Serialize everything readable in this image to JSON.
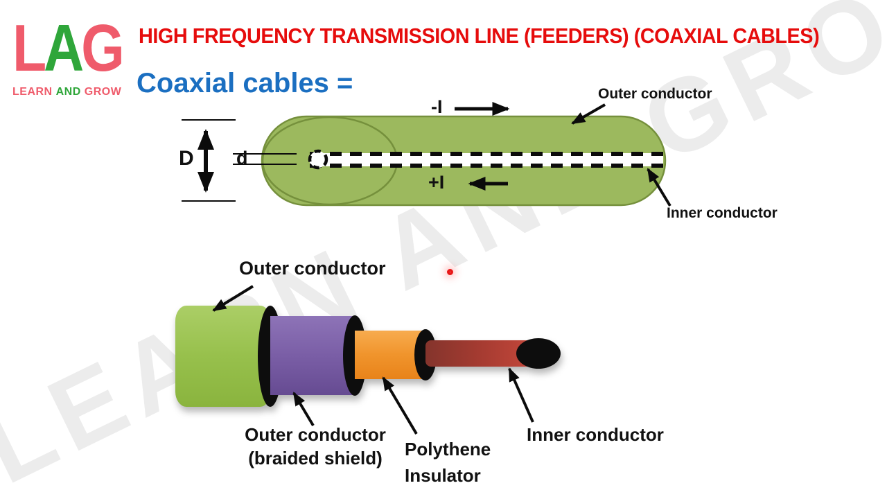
{
  "brand": {
    "letters": [
      {
        "char": "L",
        "color": "#ef5b6b"
      },
      {
        "char": "A",
        "color": "#2fa63a"
      },
      {
        "char": "G",
        "color": "#ef5b6b"
      }
    ],
    "tagline": [
      {
        "text": "LEARN",
        "color": "#ef5b6b"
      },
      {
        "text": "AND",
        "color": "#2fa63a"
      },
      {
        "text": "GROW",
        "color": "#ef5b6b"
      }
    ]
  },
  "header": {
    "title": "HIGH FREQUENCY TRANSMISSION LINE (FEEDERS) (COAXIAL CABLES)",
    "title_color": "#e60c0c"
  },
  "heading": {
    "text": "Coaxial cables =",
    "color": "#1b6fc1"
  },
  "top_diagram": {
    "outer_label": "Outer conductor",
    "inner_label": "Inner conductor",
    "neg_current": "-I",
    "pos_current": "+I",
    "diameter_outer": "D",
    "diameter_inner": "d",
    "cable_fill": "#9cb95e",
    "cable_outline": "#75903c"
  },
  "bottom_diagram": {
    "outer_label": "Outer conductor",
    "shield_label_line1": "Outer conductor",
    "shield_label_line2": "(braided shield)",
    "insulator_label_line1": "Polythene",
    "insulator_label_line2": "Insulator",
    "inner_label": "Inner conductor",
    "layers": [
      {
        "name": "outer jacket",
        "color": "#96bd4a"
      },
      {
        "name": "outer conductor braided shield",
        "color": "#7b60a5"
      },
      {
        "name": "polythene insulator",
        "color": "#f0942c"
      },
      {
        "name": "inner conductor",
        "color": "#b4443a"
      },
      {
        "name": "end caps and collars",
        "color": "#0d0d0d"
      }
    ]
  },
  "watermark": {
    "text": "LEARN AND GROW"
  },
  "pointer": {
    "color": "#e81717"
  }
}
